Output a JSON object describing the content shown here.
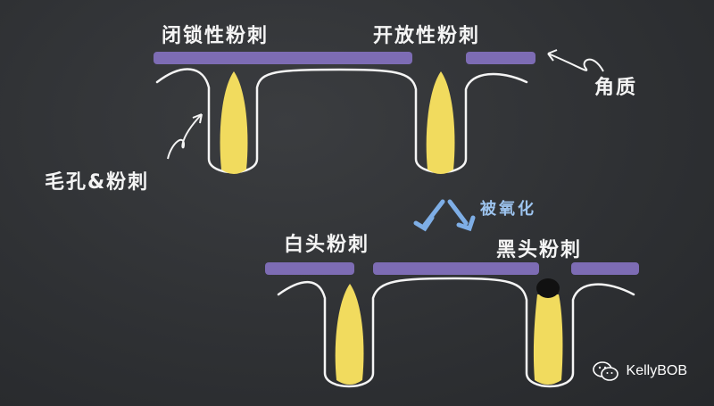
{
  "labels": {
    "closed_comedone": "闭锁性粉刺",
    "open_comedone": "开放性粉刺",
    "keratin": "角质",
    "pore_and_comedone": "毛孔&粉刺",
    "oxidized": "被氧化",
    "whitehead": "白头粉刺",
    "blackhead": "黑头粉刺"
  },
  "watermark": {
    "text": "KellyBOB",
    "icon": "wechat-icon"
  },
  "colors": {
    "board": "#2e3033",
    "keratin_layer": "#7d6cb4",
    "sebum_plug": "#f1db5e",
    "chalk_line": "#f4f4f4",
    "arrow_blue": "#7eaee6",
    "blackhead_tip": "#111111"
  }
}
